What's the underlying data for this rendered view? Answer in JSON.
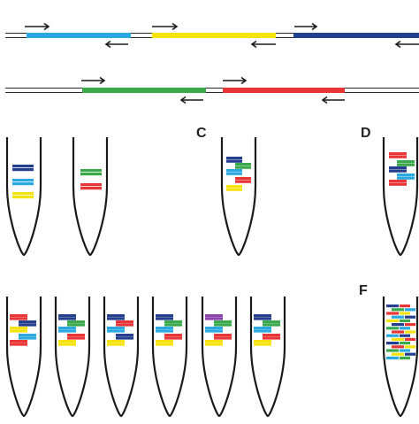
{
  "panel_labels": {
    "c": "C",
    "d": "D",
    "f": "F"
  },
  "colors": {
    "dna": "#2a2a2a",
    "arrow": "#1a1a1a",
    "tube": "#1a1a1a",
    "blue": "#29a9e0",
    "yellow": "#f6e20f",
    "navy": "#243f8e",
    "green": "#3aa84b",
    "red": "#e83535",
    "purple": "#8e44ad",
    "orange": "#f39c12"
  },
  "genes": {
    "row1": [
      "blue",
      "yellow",
      "navy"
    ],
    "row2": [
      "green",
      "red"
    ]
  },
  "tubes": {
    "panel_a": [
      [
        "navy",
        "blue",
        "yellow"
      ],
      [
        "green",
        "red"
      ]
    ],
    "panel_c": [
      [
        "navy",
        "green",
        "blue",
        "red",
        "yellow"
      ]
    ],
    "panel_d": [
      [
        "red",
        "green",
        "navy",
        "blue",
        "red",
        "yellow"
      ]
    ],
    "panel_e": [
      [
        "red",
        "navy",
        "yellow",
        "blue",
        "red",
        "yellow"
      ],
      [
        "navy",
        "green",
        "blue",
        "red",
        "yellow"
      ],
      [
        "navy",
        "red",
        "blue",
        "navy",
        "yellow"
      ],
      [
        "navy",
        "green",
        "blue",
        "red",
        "yellow"
      ],
      [
        "purple",
        "green",
        "blue",
        "red",
        "yellow"
      ],
      [
        "navy",
        "green",
        "blue",
        "red",
        "yellow"
      ]
    ],
    "panel_f": [
      [
        "navy",
        "green",
        "red",
        "blue",
        "yellow",
        "navy",
        "green",
        "red",
        "blue",
        "yellow",
        "navy",
        "red",
        "green",
        "yellow",
        "blue"
      ]
    ]
  }
}
